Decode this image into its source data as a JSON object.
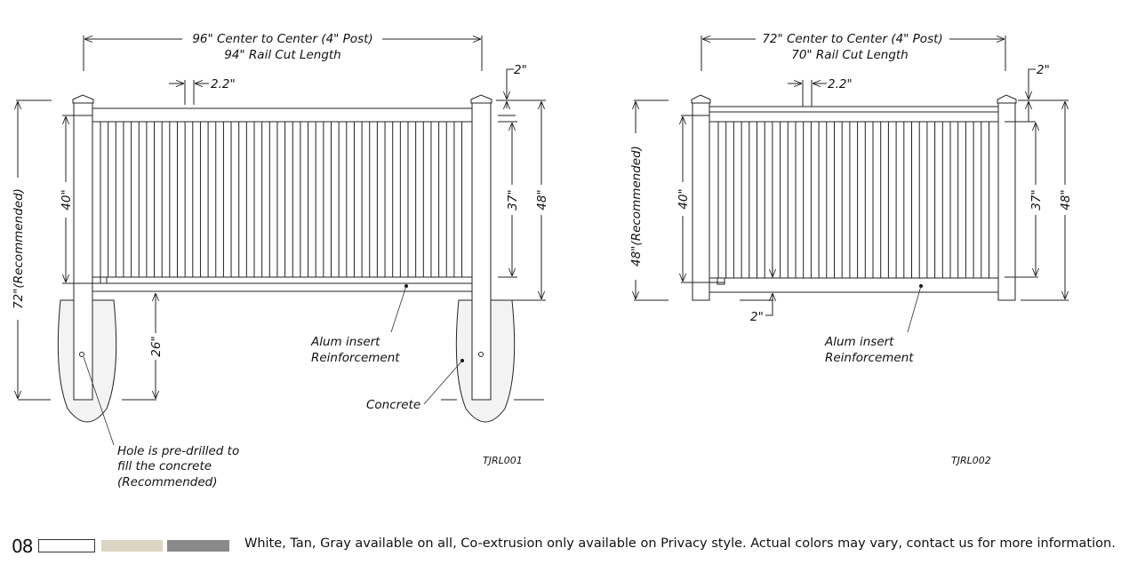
{
  "colors": {
    "white_swatch": "#ffffff",
    "tan_swatch": "#ddd5c4",
    "gray_swatch": "#8a8a8a"
  },
  "left_drawing": {
    "center_to_center": "96\" Center to Center (4\" Post)",
    "rail_cut": "94\" Rail Cut Length",
    "picket_gap": "2.2\"",
    "top_offset": "2\"",
    "height_total": "72\"(Recommended)",
    "dim_40": "40\"",
    "dim_26": "26\"",
    "dim_37": "37\"",
    "dim_48": "48\"",
    "alum_line1": "Alum insert",
    "alum_line2": "Reinforcement",
    "concrete": "Concrete",
    "hole_line1": "Hole is pre-drilled to",
    "hole_line2": "fill the concrete",
    "hole_line3": "(Recommended)",
    "code": "TJRL001"
  },
  "right_drawing": {
    "center_to_center": "72\" Center to Center (4\" Post)",
    "rail_cut": "70\" Rail Cut Length",
    "picket_gap": "2.2\"",
    "top_offset": "2\"",
    "bottom_offset": "2\"",
    "height_total": "48\"(Recommended)",
    "dim_40": "40\"",
    "dim_37": "37\"",
    "dim_48": "48\"",
    "alum_line1": "Alum insert",
    "alum_line2": "Reinforcement",
    "code": "TJRL002"
  },
  "footer": {
    "page_number": "08",
    "note": "White, Tan, Gray available on all, Co-extrusion only available on Privacy style. Actual colors may vary, contact us for more information."
  }
}
